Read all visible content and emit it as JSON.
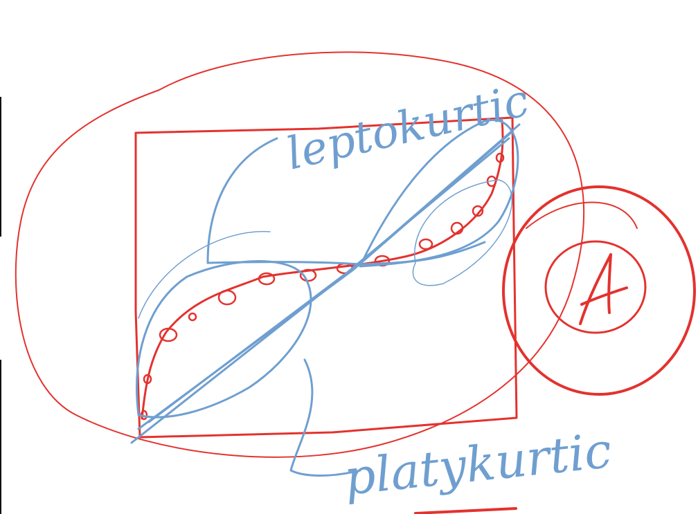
{
  "colors": {
    "red_ink": "#e3322e",
    "blue_ink": "#6f9fd0",
    "edge_bar": "#111111",
    "background": "#ffffff"
  },
  "labels": {
    "top_word": "leptokurtic",
    "bottom_word": "platykurtic",
    "circled_letter": "A"
  }
}
